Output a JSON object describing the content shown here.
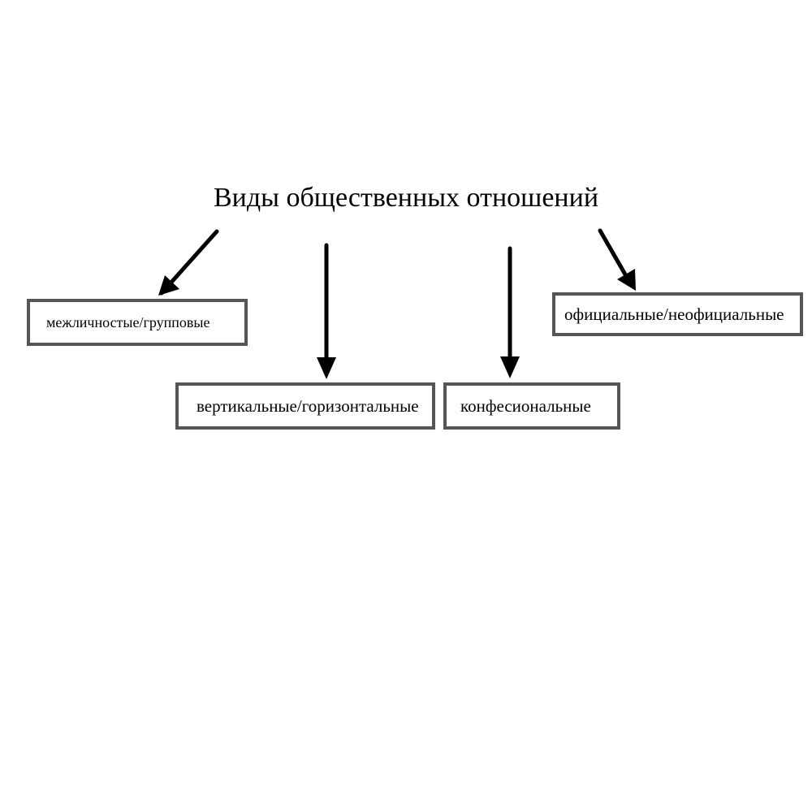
{
  "diagram": {
    "title": "Виды общественных отношений",
    "nodes": [
      {
        "label": "межличностые/групповые"
      },
      {
        "label": "вертикальные/горизонтальные"
      },
      {
        "label": "конфесиональные"
      },
      {
        "label": "официальные/неофициальные"
      }
    ],
    "colors": {
      "box_border": "#555555",
      "arrow": "#000000",
      "text": "#000000",
      "background": "#ffffff"
    }
  }
}
